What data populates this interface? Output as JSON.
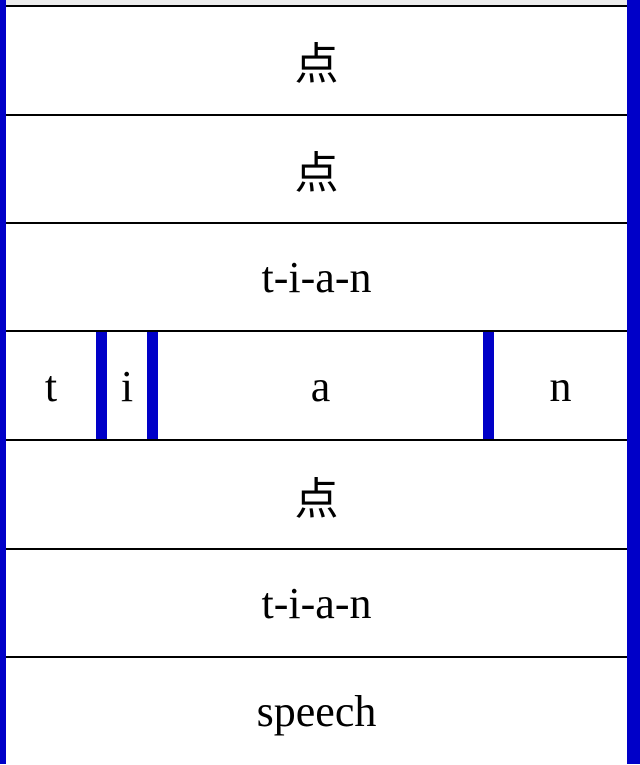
{
  "rows": [
    {
      "label": "点"
    },
    {
      "label": "点"
    },
    {
      "label": "t-i-a-n"
    },
    {
      "label": "点"
    },
    {
      "label": "t-i-a-n"
    },
    {
      "label": "speech"
    }
  ],
  "segments": [
    {
      "label": "t"
    },
    {
      "label": "i"
    },
    {
      "label": "a"
    },
    {
      "label": "n"
    }
  ],
  "colors": {
    "divider": "#0000c8",
    "line": "#000000",
    "background": "#ffffff"
  }
}
